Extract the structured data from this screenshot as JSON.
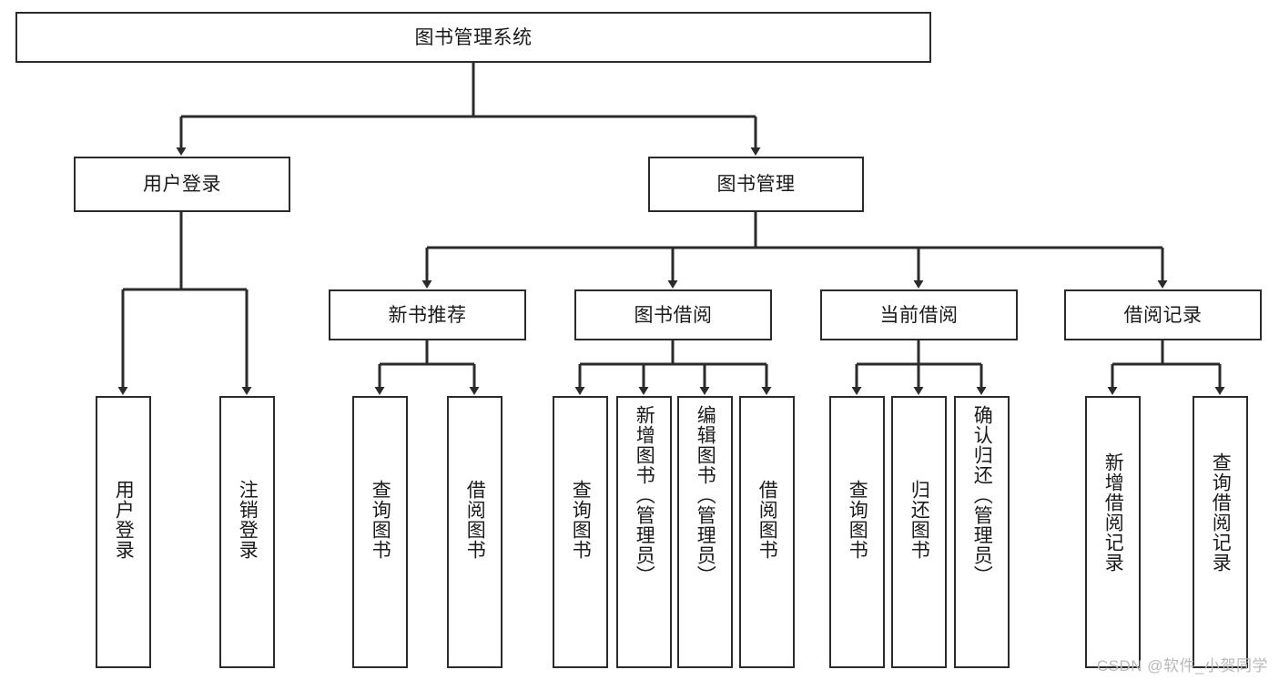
{
  "diagram": {
    "title": "图书管理系统",
    "type": "tree-hierarchy-diagram",
    "colors": {
      "box_border": "#2b2b2b",
      "box_fill": "#ffffff",
      "connector": "#2b2b2b",
      "text": "#1a1a1a",
      "watermark": "#b9b9b9",
      "background": "#ffffff"
    },
    "root": {
      "label": "图书管理系统"
    },
    "level2": [
      {
        "label": "用户登录"
      },
      {
        "label": "图书管理"
      }
    ],
    "level3": [
      {
        "label": "新书推荐"
      },
      {
        "label": "图书借阅"
      },
      {
        "label": "当前借阅"
      },
      {
        "label": "借阅记录"
      }
    ],
    "leaves": {
      "user_login": [
        {
          "label": "用户登录"
        },
        {
          "label": "注销登录"
        }
      ],
      "new_book_recommend": [
        {
          "label": "查询图书"
        },
        {
          "label": "借阅图书"
        }
      ],
      "book_borrow": [
        {
          "label": "查询图书"
        },
        {
          "label": "新增图书（管理员）"
        },
        {
          "label": "编辑图书（管理员）"
        },
        {
          "label": "借阅图书"
        }
      ],
      "current_borrow": [
        {
          "label": "查询图书"
        },
        {
          "label": "归还图书"
        },
        {
          "label": "确认归还（管理员）"
        }
      ],
      "borrow_record": [
        {
          "label": "新增借阅记录"
        },
        {
          "label": "查询借阅记录"
        }
      ]
    },
    "watermark": "CSDN @软件_小贺同学"
  }
}
